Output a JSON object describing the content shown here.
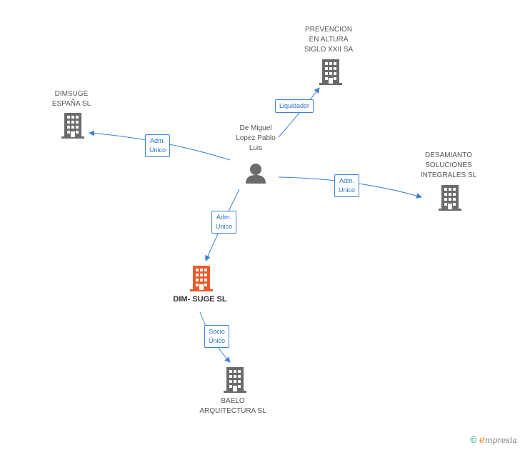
{
  "person": {
    "lines": [
      "De Miguel",
      "Lopez Pablo",
      "Luis"
    ]
  },
  "companies": {
    "prevencion": {
      "lines": [
        "PREVENCION",
        "EN ALTURA",
        "SIGLO XXII SA"
      ]
    },
    "dimsuge_espana": {
      "lines": [
        "DIMSUGE",
        "ESPAÑA SL"
      ]
    },
    "desamianto": {
      "lines": [
        "DESAMIANTO",
        "SOLUCIONES",
        "INTEGRALES SL"
      ]
    },
    "dim_suge": {
      "lines": [
        "DIM- SUGE SL"
      ]
    },
    "baelo": {
      "lines": [
        "BAELO",
        "ARQUITECTURA SL"
      ]
    }
  },
  "edges": {
    "liquidador": {
      "lines": [
        "Liquidador"
      ]
    },
    "adm_dimsuge": {
      "lines": [
        "Adm.",
        "Unico"
      ]
    },
    "adm_desamianto": {
      "lines": [
        "Adm.",
        "Unico"
      ]
    },
    "adm_dimsuge_sl": {
      "lines": [
        "Adm.",
        "Unico"
      ]
    },
    "socio_unico": {
      "lines": [
        "Socio",
        "Único"
      ]
    }
  },
  "colors": {
    "edge": "#3b82d6",
    "building": "#6b6b6b",
    "building_focus": "#f05a28",
    "person": "#6b6b6b"
  },
  "footer": {
    "copyright": "©",
    "brand_initial": "e",
    "brand_rest": "mpresia"
  }
}
